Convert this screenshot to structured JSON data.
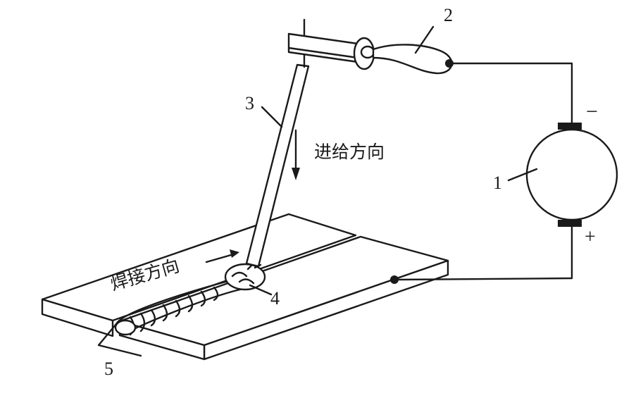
{
  "labels": {
    "generator": "1",
    "holder": "2",
    "electrode": "3",
    "arc": "4",
    "workpiece": "5"
  },
  "terminals": {
    "negative": "−",
    "positive": "+"
  },
  "annotations": {
    "feed_direction": "进给方向",
    "welding_direction": "焊接方向"
  }
}
